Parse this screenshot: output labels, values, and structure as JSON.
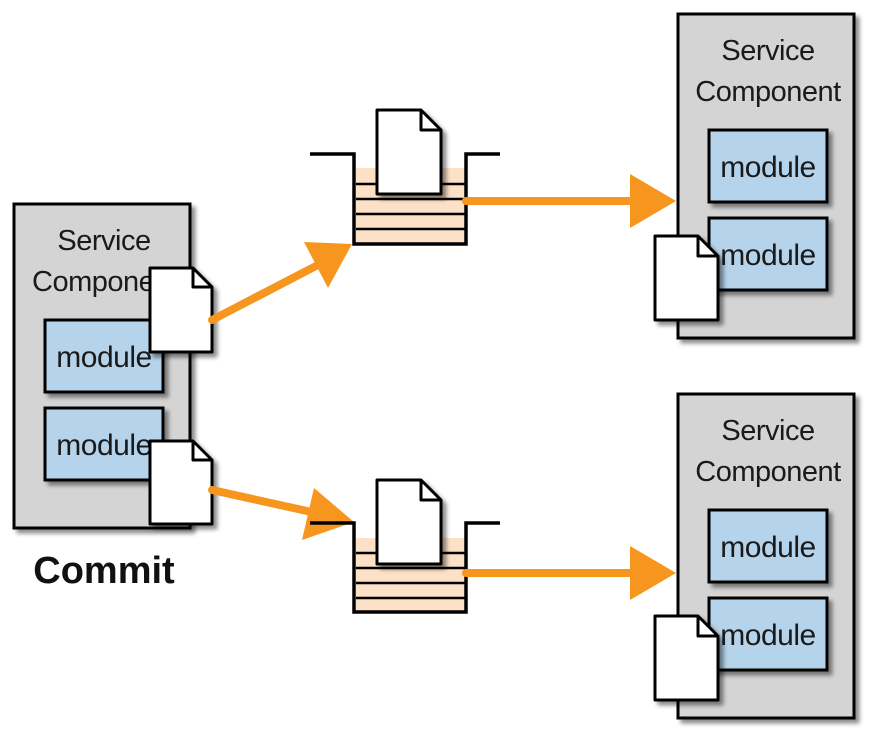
{
  "colors": {
    "arrow": "#f7961e",
    "service_box": "#d4d4d4",
    "module_box": "#b5d3ea",
    "queue_fill": "#fde1c6",
    "outline": "#000000"
  },
  "source": {
    "title_line1": "Service",
    "title_line2": "Compone",
    "modules": [
      "module",
      "module"
    ],
    "caption": "Commit"
  },
  "targets": [
    {
      "title_line1": "Service",
      "title_line2": "Component",
      "modules": [
        "module",
        "module"
      ]
    },
    {
      "title_line1": "Service",
      "title_line2": "Component",
      "modules": [
        "module",
        "module"
      ]
    }
  ],
  "icons": {
    "message": "document-icon",
    "queue": "queue-icon",
    "arrow": "arrow-icon"
  }
}
